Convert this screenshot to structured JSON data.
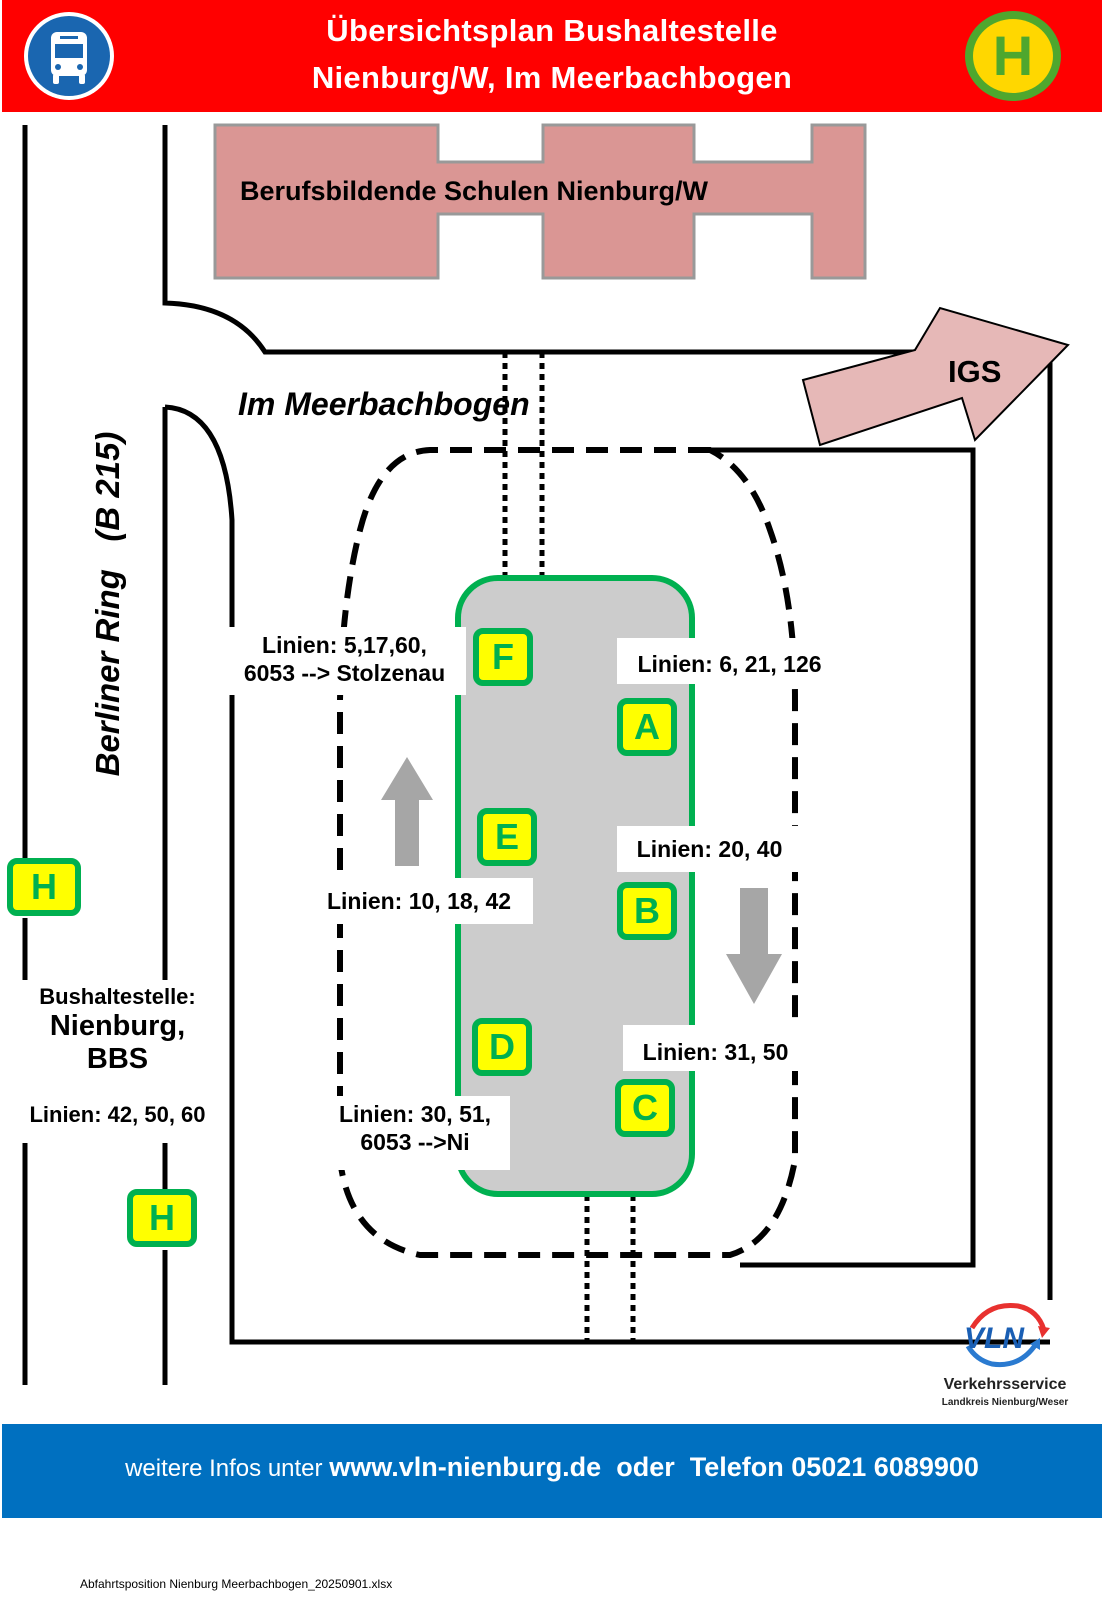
{
  "header": {
    "title_line1": "Übersichtsplan Bushaltestelle",
    "title_line2": "Nienburg/W, Im Meerbachbogen",
    "left_icon": "bus-icon",
    "right_icon": "bus-stop-h-icon",
    "right_icon_letter": "H"
  },
  "map": {
    "building_label": "Berufsbildende Schulen Nienburg/W",
    "street_label": "Im Meerbachbogen",
    "main_road_label": "Berliner Ring   (B 215)",
    "direction_arrow_label": "IGS",
    "platforms": [
      {
        "letter": "F",
        "lines": "Linien: 5,17,60,\n6053 --> Stolzenau"
      },
      {
        "letter": "A",
        "lines": "Linien: 6, 21, 126"
      },
      {
        "letter": "E",
        "lines": "Linien: 10, 18, 42"
      },
      {
        "letter": "B",
        "lines": "Linien: 20, 40"
      },
      {
        "letter": "D",
        "lines": "Linien: 30, 51,\n6053 -->Ni"
      },
      {
        "letter": "C",
        "lines": "Linien: 31, 50"
      }
    ],
    "side_stop": {
      "title": "Bushaltestelle:",
      "name_line1": "Nienburg,",
      "name_line2": "BBS",
      "lines": "Linien: 42, 50, 60",
      "marker_letter": "H"
    }
  },
  "logo": {
    "mark": "VLN",
    "name": "Verkehrsservice",
    "subtitle": "Landkreis Nienburg/Weser"
  },
  "footer": {
    "prefix": "weitere Infos unter ",
    "url": "www.vln-nienburg.de",
    "middle": "  oder  ",
    "phone": "Telefon 05021 6089900"
  },
  "filename": "Abfahrtsposition Nienburg Meerbachbogen_20250901.xlsx",
  "colors": {
    "header_red": "#ff0000",
    "footer_blue": "#0070c0",
    "stop_yellow": "#ffff00",
    "stop_green": "#00b050",
    "building_pink": "#da9694",
    "island_gray": "#cccccc"
  }
}
